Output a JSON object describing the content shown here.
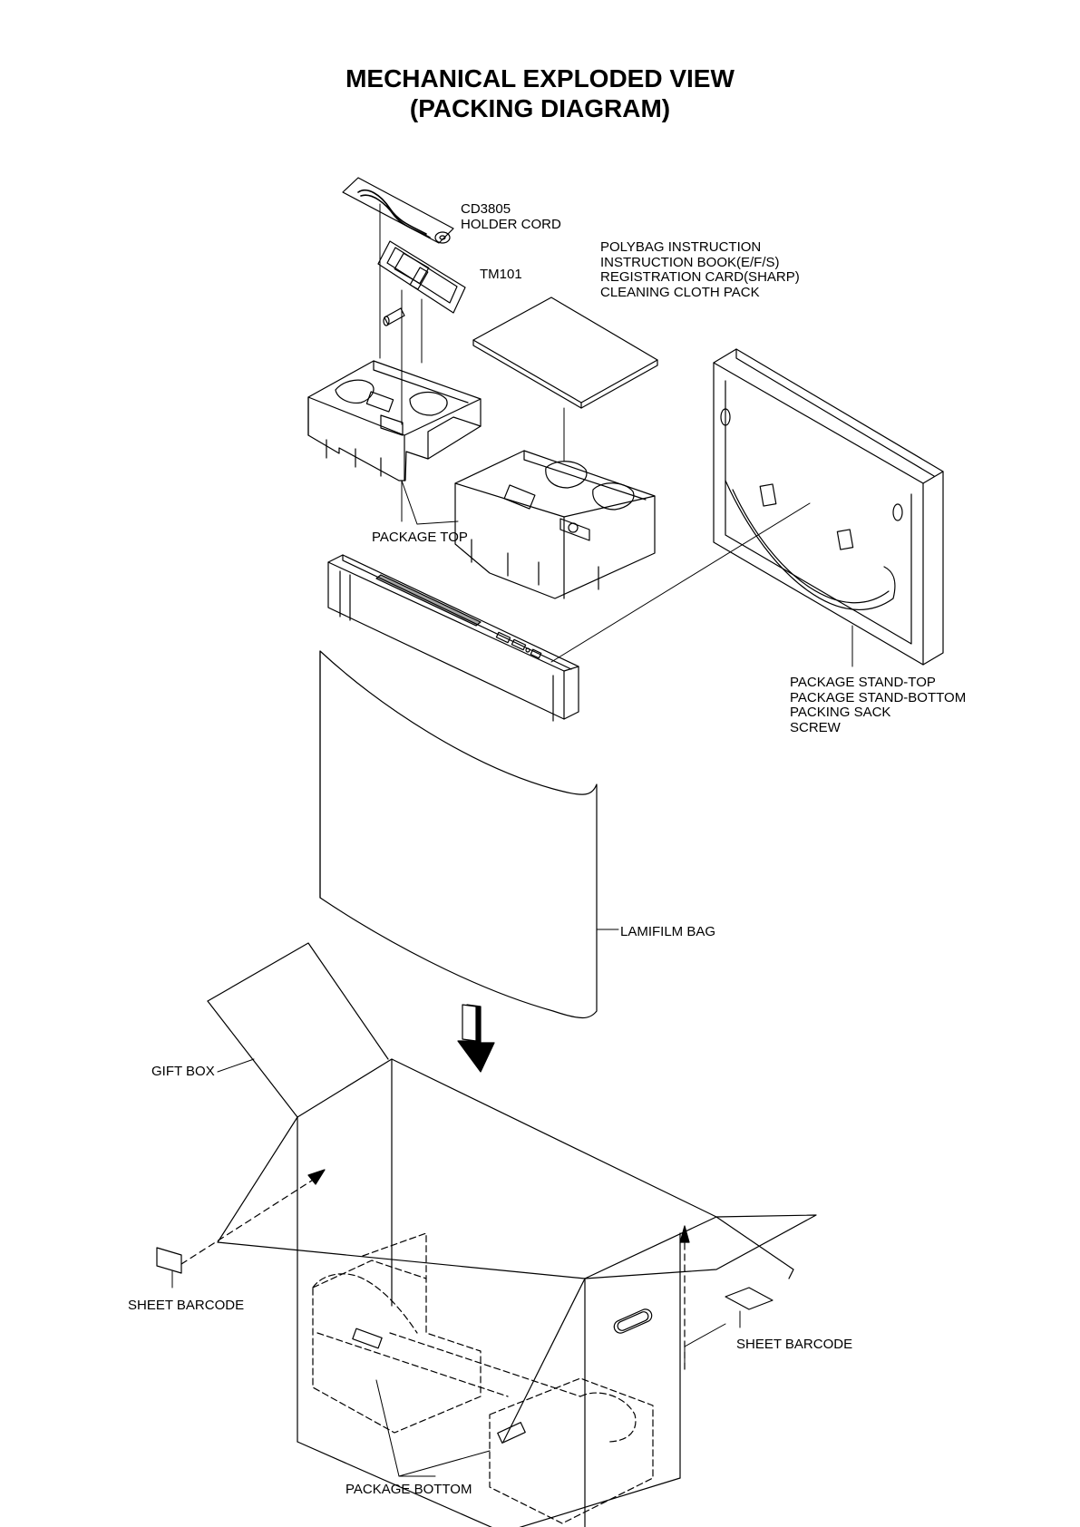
{
  "title": {
    "line1": "MECHANICAL EXPLODED VIEW",
    "line2": "(PACKING DIAGRAM)"
  },
  "labels": {
    "cd3805": [
      "CD3805",
      "HOLDER CORD"
    ],
    "tm101": "TM101",
    "polybag": [
      "POLYBAG INSTRUCTION",
      "INSTRUCTION BOOK(E/F/S)",
      "REGISTRATION CARD(SHARP)",
      "CLEANING CLOTH PACK"
    ],
    "package_top": "PACKAGE TOP",
    "package_stand": [
      "PACKAGE STAND-TOP",
      "PACKAGE STAND-BOTTOM",
      "PACKING SACK",
      "SCREW"
    ],
    "lamifilm_bag": "LAMIFILM BAG",
    "gift_box": "GIFT BOX",
    "sheet_barcode_left": "SHEET BARCODE",
    "sheet_barcode_right": "SHEET BARCODE",
    "package_bottom": "PACKAGE BOTTOM"
  }
}
